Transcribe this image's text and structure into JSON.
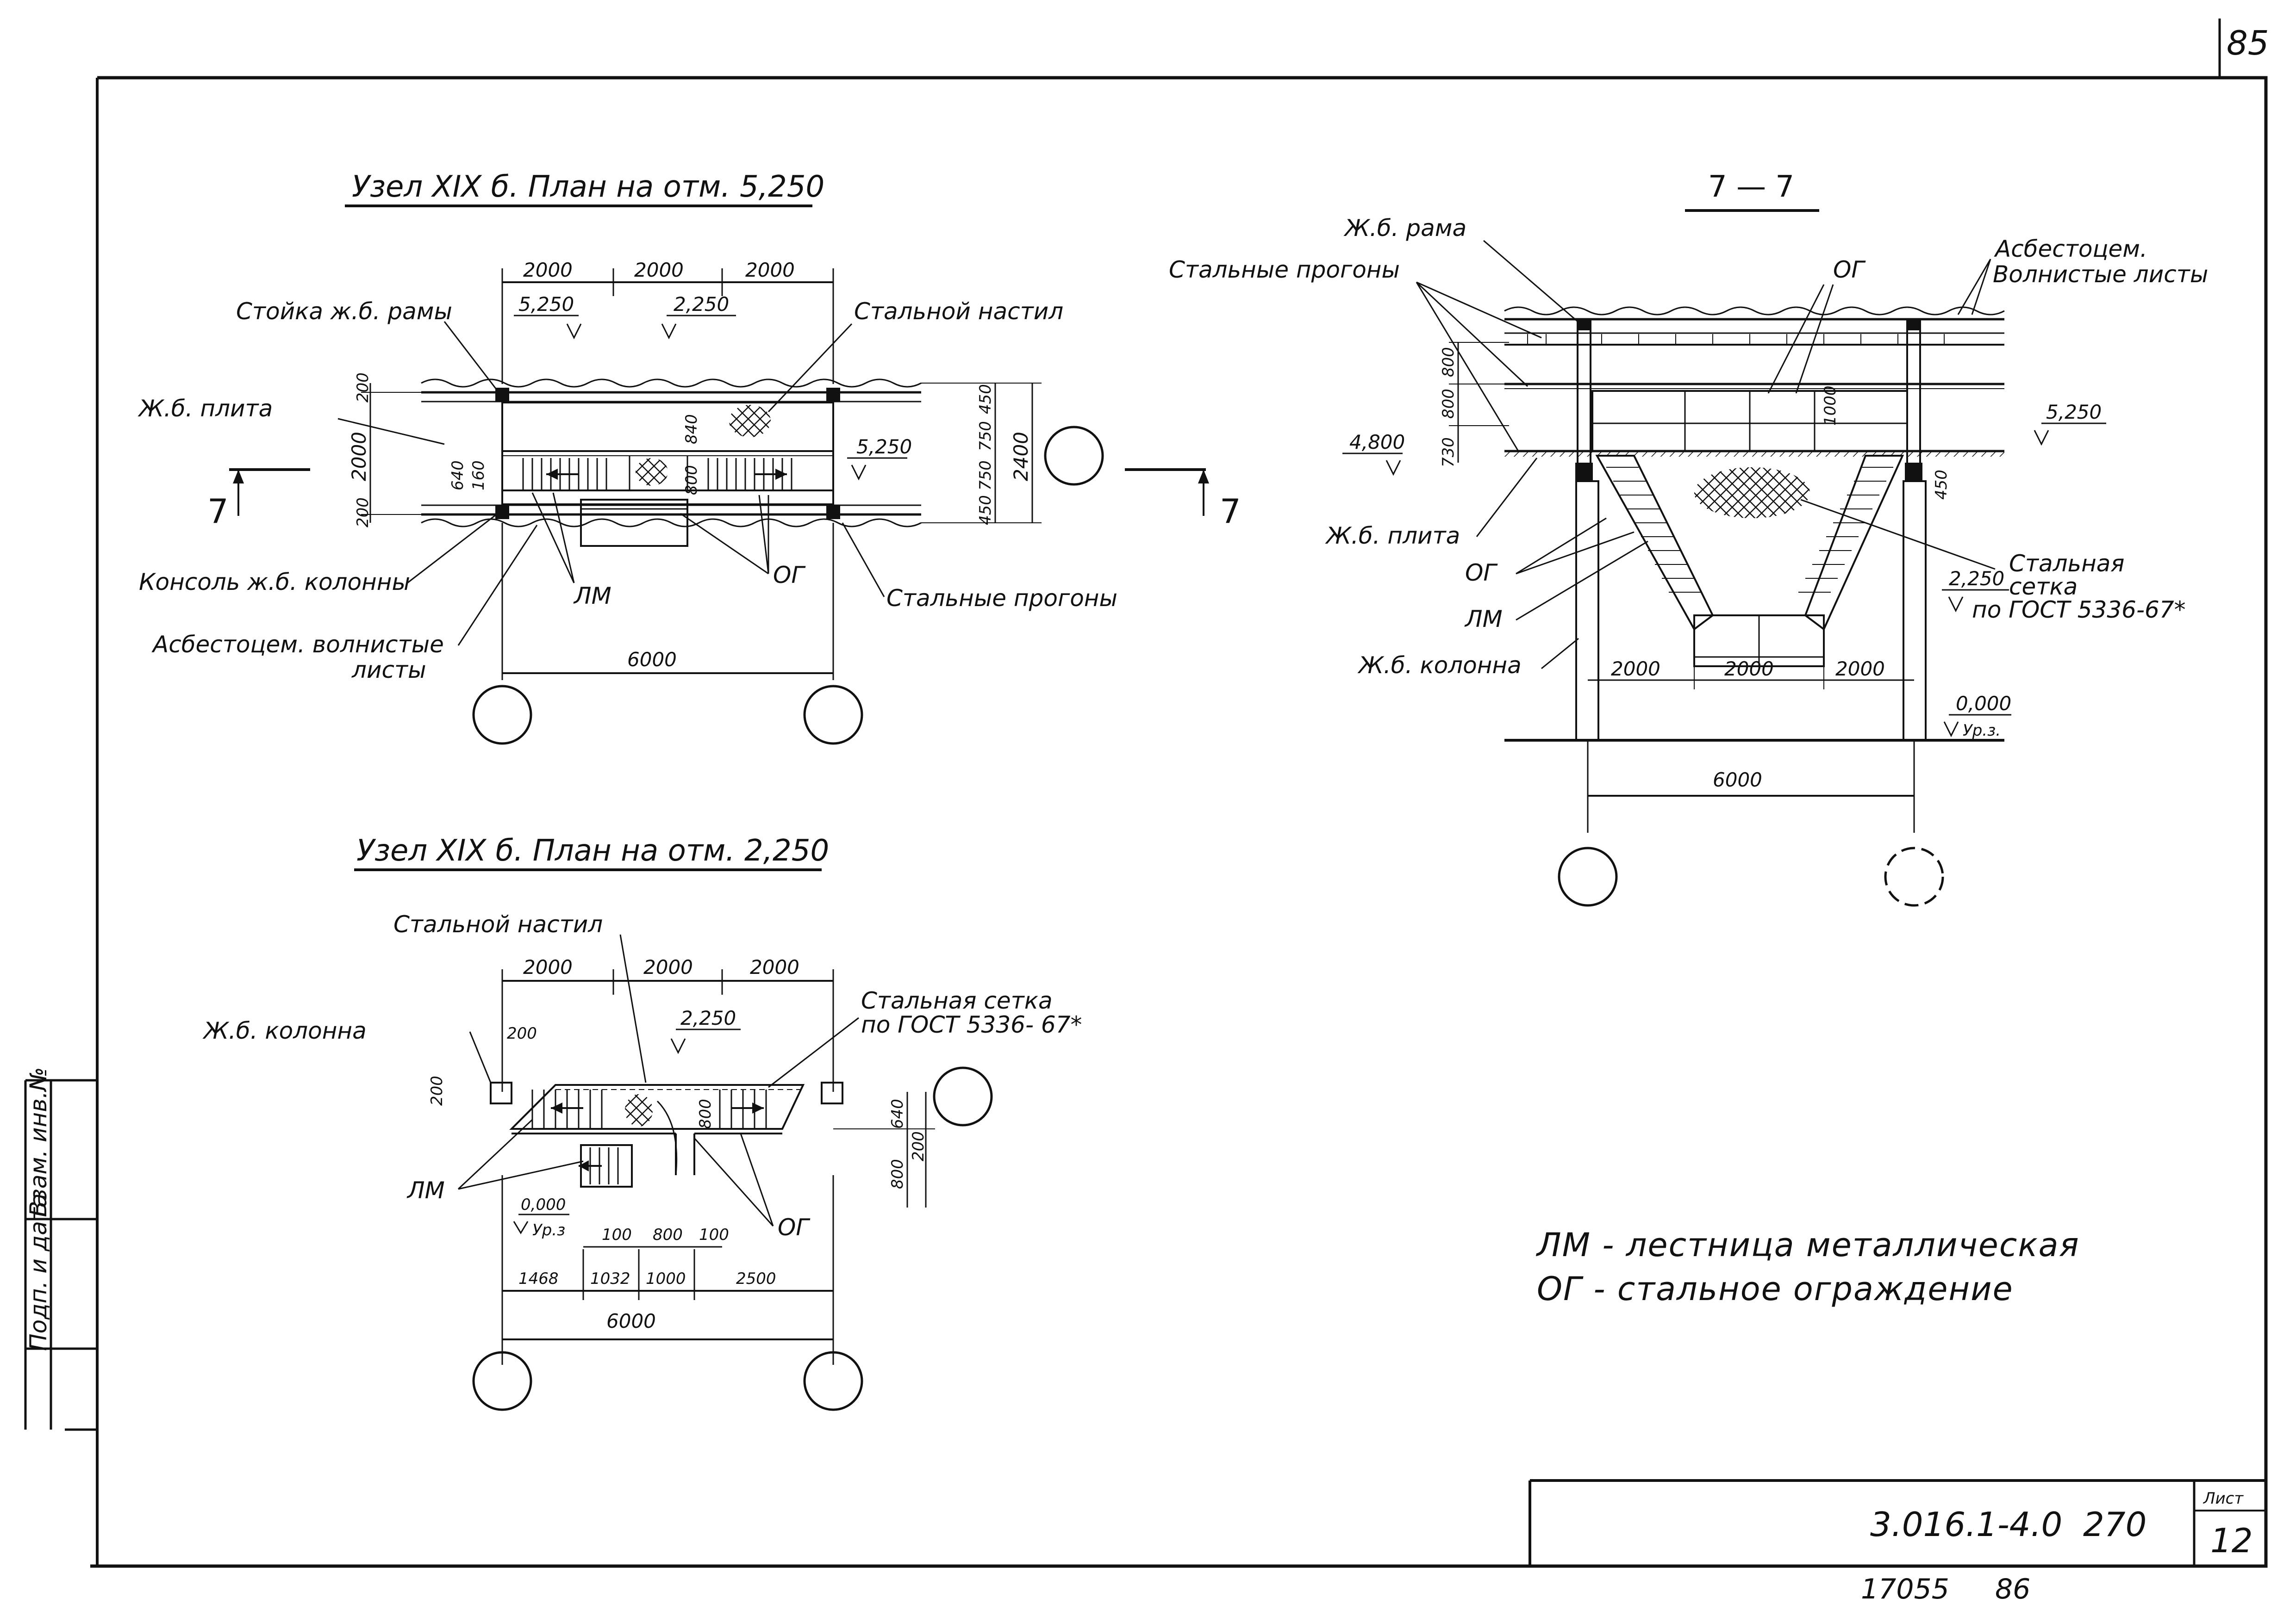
{
  "sheet": {
    "page_number": "85",
    "doc_code": "3.016.1-4.0",
    "doc_number": "270",
    "sheet_label": "Лист",
    "sheet_number": "12",
    "footer_left": "17055",
    "footer_right": "86",
    "side_stamp": [
      "Взам. инв.№",
      "Подп. и дата"
    ]
  },
  "plan_upper": {
    "title": "Узел XIX б. План на отм. 5,250",
    "top_dims": [
      "2000",
      "2000",
      "2000"
    ],
    "left_dims": [
      "200",
      "2000",
      "200"
    ],
    "right_dims": [
      "450",
      "750",
      "750",
      "450"
    ],
    "overall_right": "2400",
    "inner_dims": [
      "640",
      "160",
      "840",
      "800"
    ],
    "levels": [
      "5,250",
      "2,250",
      "5,250"
    ],
    "bottom_dim": "6000",
    "section_mark": "7",
    "labels": [
      "Стойка ж.б. рамы",
      "Стальной настил",
      "Ж.б. плита",
      "Консоль ж.б. колонны",
      "ЛМ",
      "ОГ",
      "Стальные прогоны",
      "Асбестоцем. волнистые листы"
    ]
  },
  "plan_lower": {
    "title": "Узел XIX б. План на отм. 2,250",
    "top_dims": [
      "2000",
      "2000",
      "2000"
    ],
    "column_dims": [
      "200",
      "200"
    ],
    "right_dims": [
      "640",
      "800",
      "200"
    ],
    "level": "2,250",
    "inner_dim": "800",
    "ground_level": "0,000",
    "ground_label": "Ур.з",
    "mid_dims": [
      "100",
      "800",
      "100"
    ],
    "bottom_dims": [
      "1468",
      "1032",
      "1000",
      "2500"
    ],
    "bottom_dim": "6000",
    "labels": [
      "Стальной настил",
      "Ж.б. колонна",
      "Стальная сетка по ГОСТ 5336-67*",
      "ЛМ",
      "ОГ"
    ]
  },
  "section": {
    "title": "7 — 7",
    "left_dims": [
      "800",
      "800",
      "730"
    ],
    "level_left": "4,800",
    "level_right": "5,250",
    "level_mid": "2,250",
    "inner_dims": [
      "1000",
      "450"
    ],
    "bottom_dims": [
      "2000",
      "2000",
      "2000"
    ],
    "ground_level": "0,000",
    "ground_label": "Ур.з.",
    "bottom_dim": "6000",
    "labels": [
      "Ж.б. рама",
      "Стальные прогоны",
      "ОГ",
      "Асбестоцем. волнистые листы",
      "Ж.б. плита",
      "ОГ",
      "ЛМ",
      "Ж.б. колонна",
      "Стальная сетка по ГОСТ 5336-67*"
    ]
  },
  "legend": [
    "ЛМ - лестница металлическая",
    "ОГ - стальное ограждение"
  ]
}
